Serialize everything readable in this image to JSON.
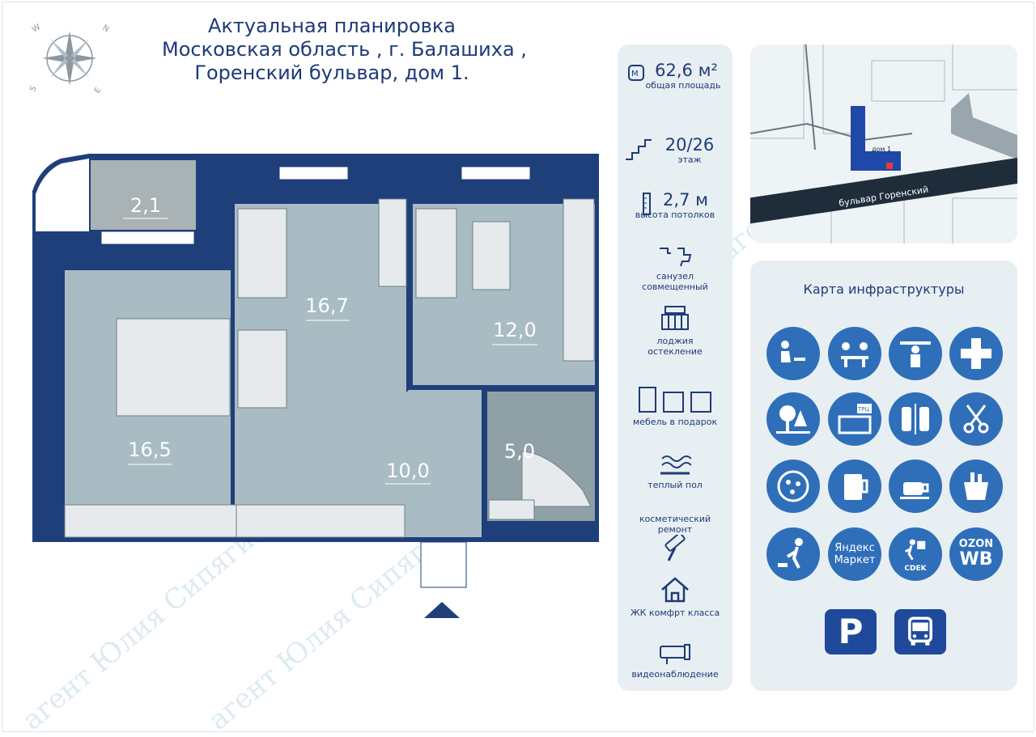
{
  "title": {
    "line1": "Актуальная планировка",
    "line2": "Московская область , г. Балашиха ,",
    "line3": "Горенский бульвар, дом 1."
  },
  "compass": {
    "n": "N",
    "s": "S",
    "w": "W",
    "e": "E"
  },
  "rooms": [
    {
      "id": "balcony",
      "area": "2,1"
    },
    {
      "id": "bedroom",
      "area": "16,5"
    },
    {
      "id": "living",
      "area": "16,7"
    },
    {
      "id": "kitchen",
      "area": "12,0"
    },
    {
      "id": "hall",
      "area": "10,0"
    },
    {
      "id": "bathroom",
      "area": "5,0"
    }
  ],
  "features": {
    "area_value": "62,6 м²",
    "area_label": "общая площадь",
    "floor_value": "20/26",
    "floor_label": "этаж",
    "ceiling_value": "2,7 м",
    "ceiling_label": "высота потолков",
    "bath_label_1": "санузел",
    "bath_label_2": "совмещенный",
    "loggia_label_1": "лоджия",
    "loggia_label_2": "остекление",
    "furniture_label": "мебель в подарок",
    "floorheat_label": "теплый пол",
    "repair_label_1": "косметический",
    "repair_label_2": "ремонт",
    "complex_label": "ЖК комфрт класса",
    "cctv_label": "видеонаблюдение"
  },
  "map": {
    "building_label": "дом 1",
    "street_label": "бульвар Горенский"
  },
  "infra": {
    "title": "Карта инфраструктуры",
    "yandex_line1": "Яндекс",
    "yandex_line2": "Маркет",
    "ozon": "OZON",
    "wb": "WB",
    "cdek": "CDEK",
    "trc": "ТРЦ",
    "parking": "P"
  },
  "watermark": "агент Юлия Сипягина",
  "colors": {
    "wall": "#1e3f7a",
    "room": "#a9bcc4",
    "accent": "#2f6fba",
    "panel": "#e8eff3"
  }
}
